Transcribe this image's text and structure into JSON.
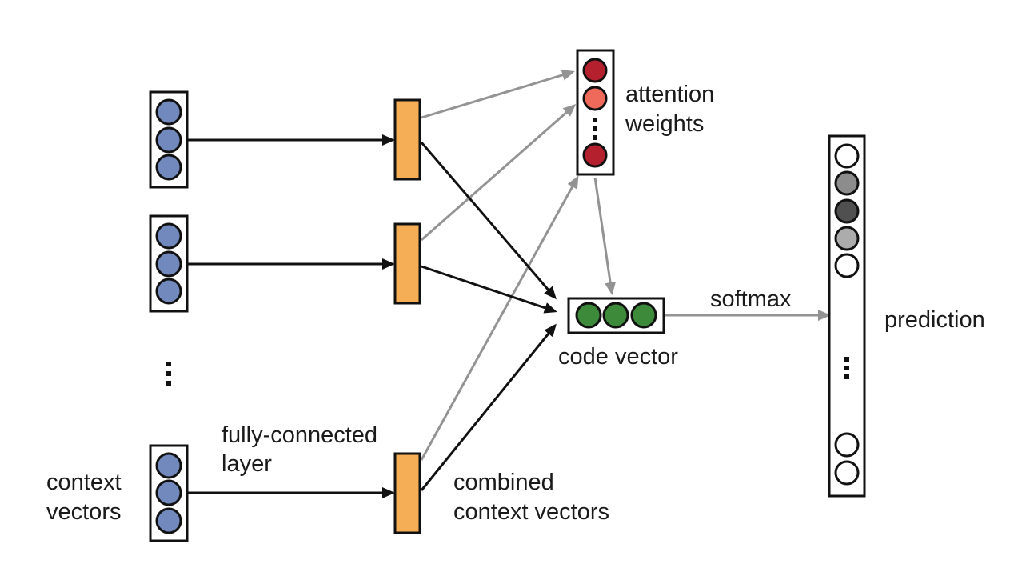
{
  "labels": {
    "context_vectors": [
      "context",
      "vectors"
    ],
    "fully_connected_layer": [
      "fully-connected",
      "layer"
    ],
    "combined_context_vectors": [
      "combined",
      "context vectors"
    ],
    "attention_weights": [
      "attention",
      "weights"
    ],
    "code_vector": "code vector",
    "softmax": "softmax",
    "prediction": "prediction"
  },
  "colors": {
    "context_node": "#7189bc",
    "combined_bar": "#f5ad56",
    "attention_dark_red": "#b5202e",
    "attention_light_red": "#f06a5c",
    "code_node": "#3c8a3a",
    "prediction_white": "#ffffff",
    "prediction_gray": "#8c8c8c",
    "prediction_dark_gray": "#505050",
    "prediction_light_gray": "#acacac",
    "gray_arrow": "#939393",
    "black_arrow": "#111111"
  }
}
